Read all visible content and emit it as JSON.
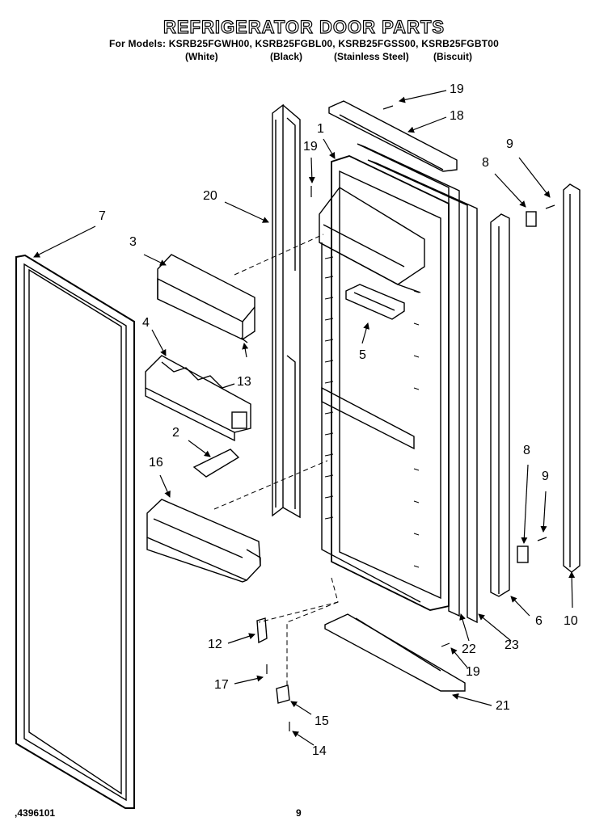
{
  "header": {
    "title": "REFRIGERATOR DOOR PARTS",
    "models_line": "For Models: KSRB25FGWH00, KSRB25FGBL00, KSRB25FGSS00, KSRB25FGBT00",
    "colors": [
      "(White)",
      "(Black)",
      "(Stainless Steel)",
      "(Biscuit)"
    ]
  },
  "callouts": [
    {
      "id": "c1",
      "label": "1"
    },
    {
      "id": "c2",
      "label": "2"
    },
    {
      "id": "c3",
      "label": "3"
    },
    {
      "id": "c4",
      "label": "4"
    },
    {
      "id": "c5",
      "label": "5"
    },
    {
      "id": "c6",
      "label": "6"
    },
    {
      "id": "c7",
      "label": "7"
    },
    {
      "id": "c8a",
      "label": "8"
    },
    {
      "id": "c8b",
      "label": "8"
    },
    {
      "id": "c9a",
      "label": "9"
    },
    {
      "id": "c9b",
      "label": "9"
    },
    {
      "id": "c10",
      "label": "10"
    },
    {
      "id": "c12",
      "label": "12"
    },
    {
      "id": "c13",
      "label": "13"
    },
    {
      "id": "c14",
      "label": "14"
    },
    {
      "id": "c15",
      "label": "15"
    },
    {
      "id": "c16",
      "label": "16"
    },
    {
      "id": "c17",
      "label": "17"
    },
    {
      "id": "c18",
      "label": "18"
    },
    {
      "id": "c19a",
      "label": "19"
    },
    {
      "id": "c19b",
      "label": "19"
    },
    {
      "id": "c19c",
      "label": "19"
    },
    {
      "id": "c20",
      "label": "20"
    },
    {
      "id": "c21",
      "label": "21"
    },
    {
      "id": "c22",
      "label": "22"
    },
    {
      "id": "c23",
      "label": "23"
    }
  ],
  "footer": {
    "doc_number": "4396101",
    "page_number": "9"
  }
}
